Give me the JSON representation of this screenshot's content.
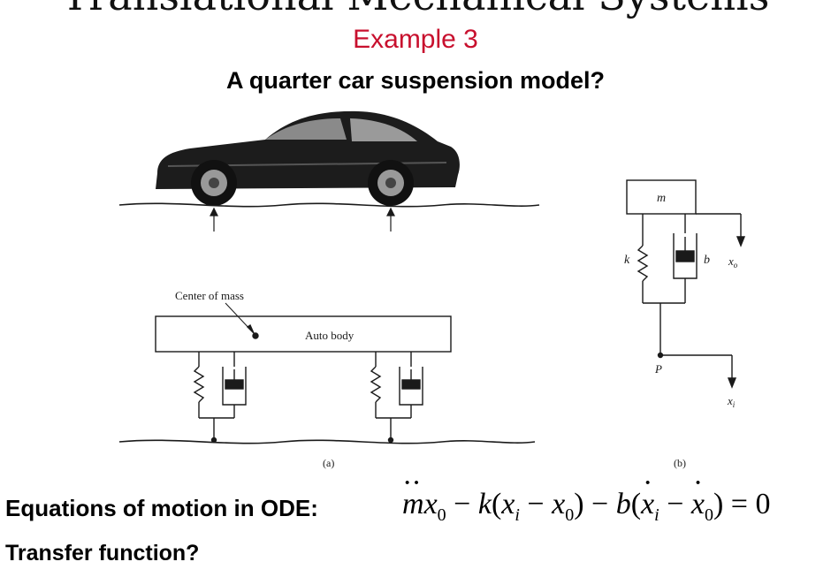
{
  "slide": {
    "title": "Translational Mechanical Systems",
    "example": "Example 3",
    "subtitle": "A quarter car suspension model?"
  },
  "diagram_a": {
    "center_of_mass_label": "Center of mass",
    "auto_body_label": "Auto body",
    "caption": "(a)"
  },
  "diagram_b": {
    "mass_label": "m",
    "spring_label": "k",
    "damper_label": "b",
    "output_label": "x",
    "output_sub": "o",
    "point_label": "P",
    "input_label": "x",
    "input_sub": "i",
    "caption": "(b)"
  },
  "equations": {
    "label": "Equations of motion in ODE:",
    "transfer_label": "Transfer function?"
  },
  "colors": {
    "title_red": "#c8102e",
    "line": "#1a1a1a"
  }
}
